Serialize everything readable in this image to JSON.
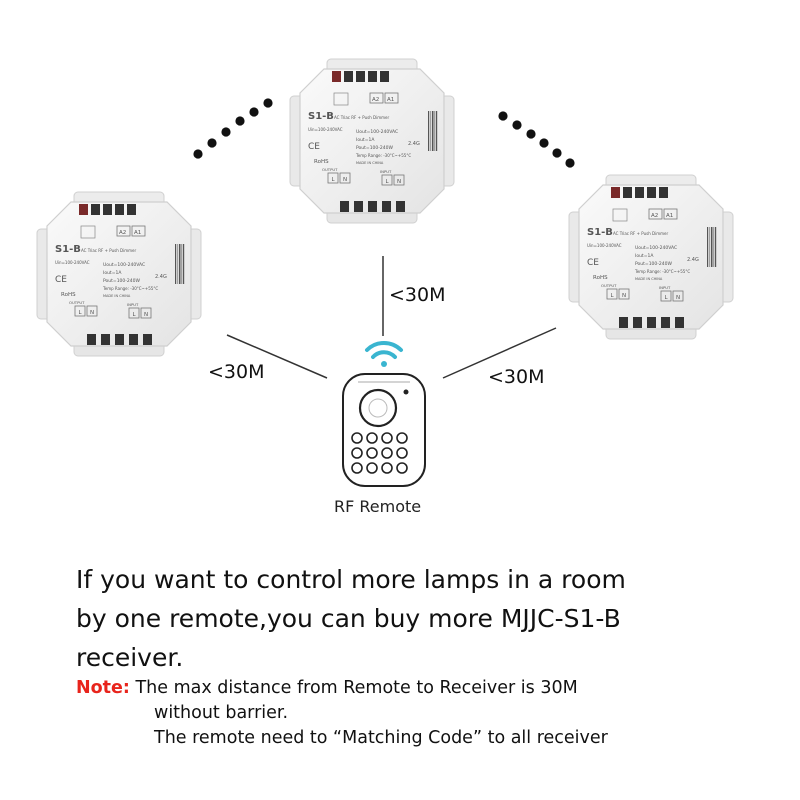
{
  "device": {
    "model": "S1-B",
    "subtitle": "AC Triac RF + Push Dimmer",
    "terminal_a2": "A2",
    "terminal_a1": "A1",
    "a_rating": "100-240\nVAC",
    "spec_uin": "Uin=100-240VAC",
    "spec_uout": "Uout=100-240VAC",
    "spec_iout": "Iout=1A",
    "spec_pout": "Pout=100-240W",
    "spec_temp": "Temp Range: -30°C~+55°C",
    "made_in": "MADE IN CHINA",
    "freq": "2.4G",
    "rohs": "RoHS",
    "ce": "CE",
    "output_label": "OUTPUT",
    "input_label": "INPUT",
    "terminal_l": "L",
    "terminal_n": "N"
  },
  "labels": {
    "dist_center": "<30M",
    "dist_left": "<30M",
    "dist_right": "<30M",
    "remote": "RF Remote"
  },
  "description": {
    "line1": "If you want to control more lamps in a room",
    "line2": "by one remote,you can buy more MJJC-S1-B",
    "line3": "receiver."
  },
  "note": {
    "heading": "Note:",
    "line1": "The max distance from Remote to Receiver is 30M",
    "line2": "without barrier.",
    "line3": "The remote need to “Matching Code” to all receiver"
  },
  "colors": {
    "note_heading": "#e8241c",
    "signal_icon": "#3ab5d0",
    "device_body": "#f2f2f2",
    "dots": "#111111"
  },
  "icons": {
    "signal": "wifi-signal-icon",
    "remote": "rf-remote-icon"
  }
}
